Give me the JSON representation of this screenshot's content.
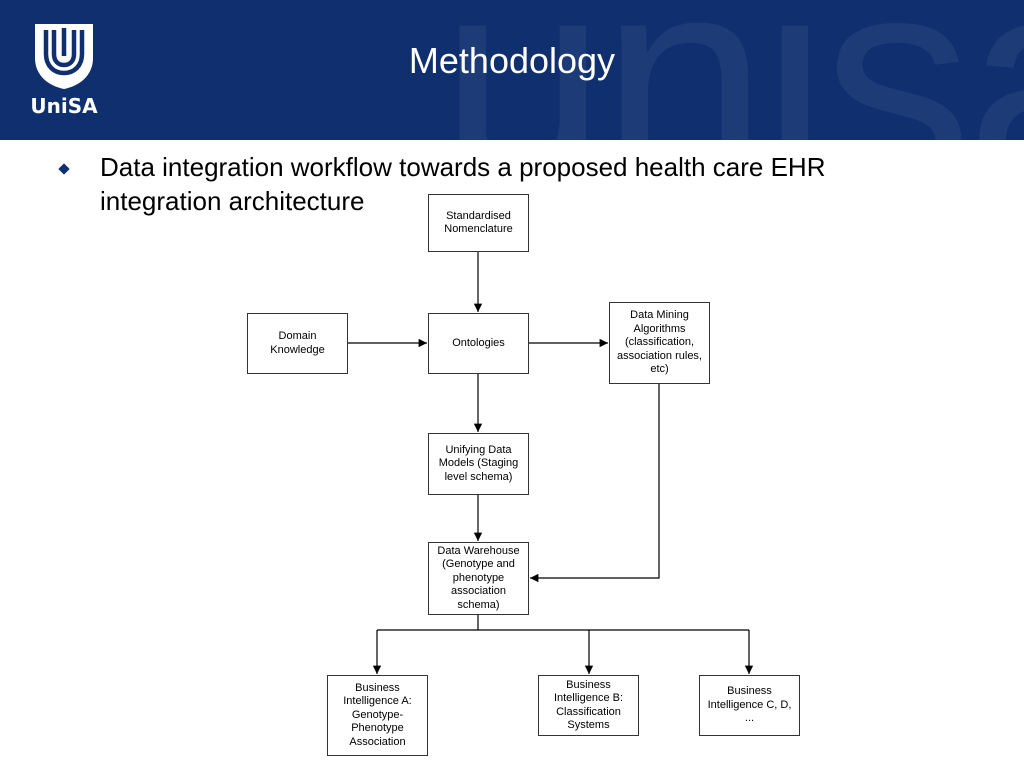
{
  "header": {
    "title": "Methodology",
    "logo_text": "UniSA",
    "watermark_text": "unisa",
    "background": "#0f2f6f"
  },
  "content": {
    "bullet": "Data integration workflow towards a proposed health care EHR integration architecture"
  },
  "diagram": {
    "nodes": {
      "standardised_nomenclature": "Standardised\nNomenclature",
      "domain_knowledge": "Domain\nKnowledge",
      "ontologies": "Ontologies",
      "data_mining_algorithms": "Data Mining\nAlgorithms\n(classification,\nassociation rules,\netc)",
      "unifying_data_models": "Unifying Data\nModels (Staging\nlevel schema)",
      "data_warehouse": "Data Warehouse\n(Genotype and\nphenotype\nassociation\nschema)",
      "bi_a": "Business\nIntelligence A:\nGenotype-\nPhenotype\nAssociation",
      "bi_b": "Business\nIntelligence B:\nClassification\nSystems",
      "bi_c": "Business\nIntelligence C, D,\n..."
    },
    "edges": [
      {
        "from": "standardised_nomenclature",
        "to": "ontologies"
      },
      {
        "from": "domain_knowledge",
        "to": "ontologies"
      },
      {
        "from": "ontologies",
        "to": "data_mining_algorithms"
      },
      {
        "from": "ontologies",
        "to": "unifying_data_models"
      },
      {
        "from": "unifying_data_models",
        "to": "data_warehouse"
      },
      {
        "from": "data_mining_algorithms",
        "to": "data_warehouse"
      },
      {
        "from": "data_warehouse",
        "to": "bi_a"
      },
      {
        "from": "data_warehouse",
        "to": "bi_b"
      },
      {
        "from": "data_warehouse",
        "to": "bi_c"
      }
    ]
  }
}
